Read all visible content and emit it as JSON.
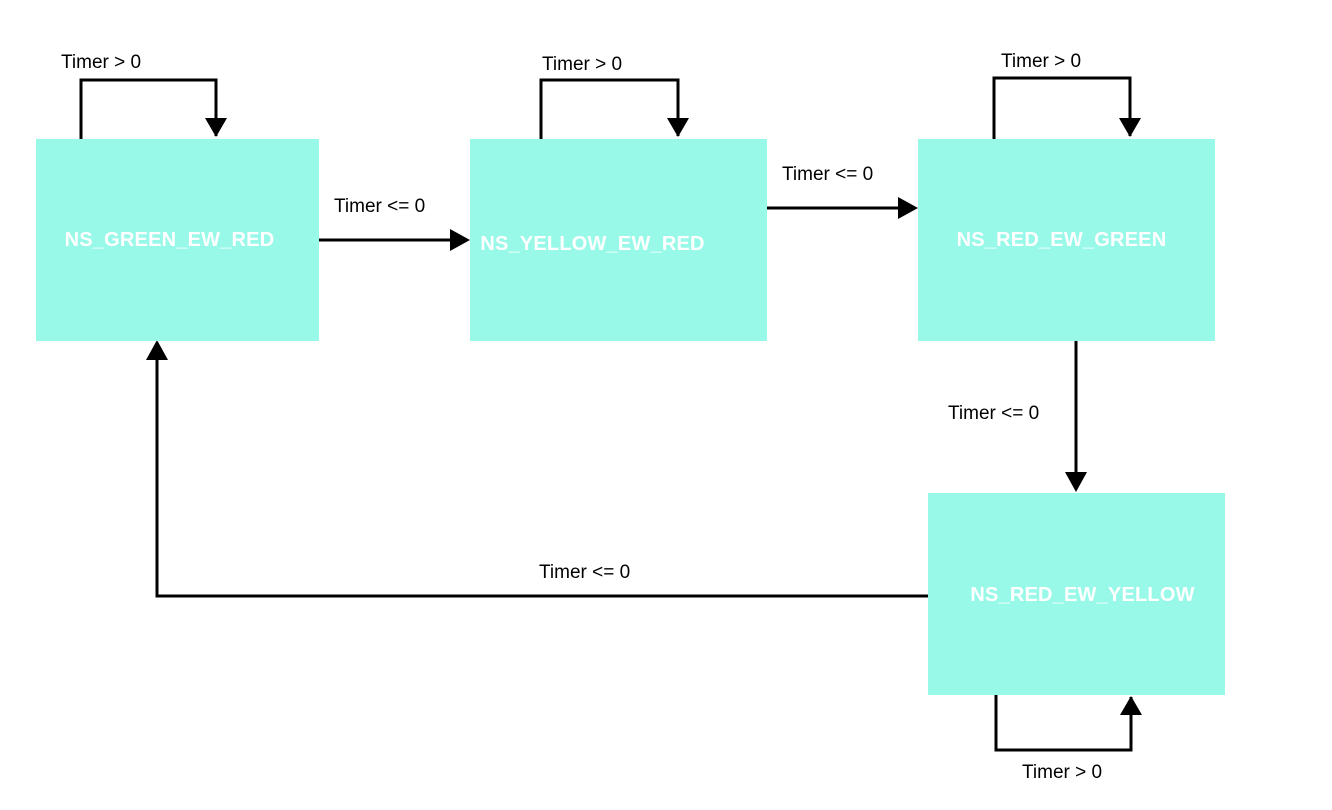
{
  "colors": {
    "state_fill": "#99f9e9",
    "state_text": "#ffffff",
    "edge": "#000000",
    "label": "#000000"
  },
  "states": {
    "s1": {
      "label": "NS_GREEN_EW_RED"
    },
    "s2": {
      "label": "NS_YELLOW_EW_RED"
    },
    "s3": {
      "label": "NS_RED_EW_GREEN"
    },
    "s4": {
      "label": "NS_RED_EW_YELLOW"
    }
  },
  "edges": {
    "s1_self": {
      "label": "Timer > 0"
    },
    "s2_self": {
      "label": "Timer > 0"
    },
    "s3_self": {
      "label": "Timer > 0"
    },
    "s4_self": {
      "label": "Timer > 0"
    },
    "s1_to_s2": {
      "label": "Timer <= 0"
    },
    "s2_to_s3": {
      "label": "Timer <= 0"
    },
    "s3_to_s4": {
      "label": "Timer <= 0"
    },
    "s4_to_s1": {
      "label": "Timer <= 0"
    }
  }
}
